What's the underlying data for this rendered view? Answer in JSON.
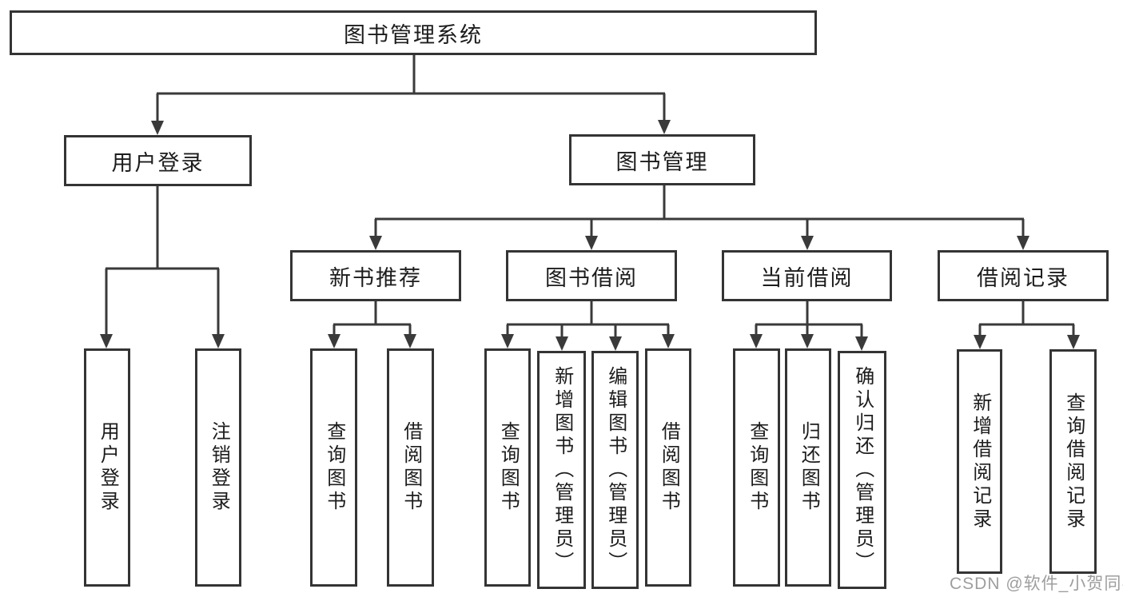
{
  "tree": {
    "root": {
      "label": "图书管理系统"
    },
    "branches": [
      {
        "label": "用户登录",
        "children": [
          {
            "label": "用户登录"
          },
          {
            "label": "注销登录"
          }
        ]
      },
      {
        "label": "图书管理",
        "children": [
          {
            "label": "新书推荐",
            "children": [
              {
                "label": "查询图书"
              },
              {
                "label": "借阅图书"
              }
            ]
          },
          {
            "label": "图书借阅",
            "children": [
              {
                "label": "查询图书"
              },
              {
                "label": "新增图书（管理员）"
              },
              {
                "label": "编辑图书（管理员）"
              },
              {
                "label": "借阅图书"
              }
            ]
          },
          {
            "label": "当前借阅",
            "children": [
              {
                "label": "查询图书"
              },
              {
                "label": "归还图书"
              },
              {
                "label": "确认归还（管理员）"
              }
            ]
          },
          {
            "label": "借阅记录",
            "children": [
              {
                "label": "新增借阅记录"
              },
              {
                "label": "查询借阅记录"
              }
            ]
          }
        ]
      }
    ]
  },
  "watermark": {
    "text": "CSDN @软件_小贺同学"
  },
  "colors": {
    "background": "#ffffff",
    "box_border": "#343434",
    "connector_line": "#3a3a3a",
    "node_text": "#1c1c1c",
    "watermark_text": "#9e9e9e"
  }
}
